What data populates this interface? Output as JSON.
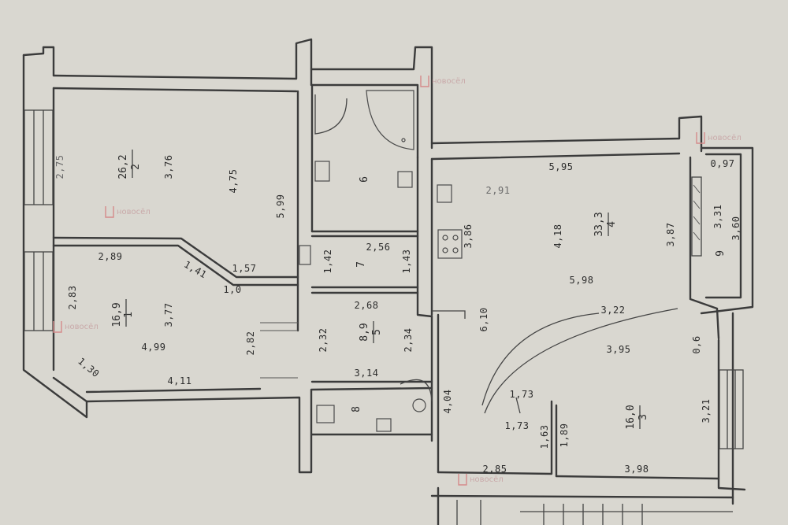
{
  "watermark": {
    "text": "новосёл",
    "color": "#d58a8a"
  },
  "colors": {
    "paper": "#d9d7d0",
    "ink": "#3b3b3b"
  },
  "rooms": [
    {
      "number": "1",
      "area": "16,9"
    },
    {
      "number": "2",
      "area": "26,2"
    },
    {
      "number": "3",
      "area": "16,0"
    },
    {
      "number": "4",
      "area": "33,3"
    },
    {
      "number": "5",
      "area": "8,9"
    },
    {
      "number": "6",
      "area": ""
    },
    {
      "number": "7",
      "area": ""
    },
    {
      "number": "8",
      "area": ""
    },
    {
      "number": "9",
      "area": ""
    }
  ],
  "dimensions": {
    "r2_a": "3,76",
    "r2_b": "4,75",
    "r2_c": "5,99",
    "r2_d": "2,75",
    "r1_a": "2,89",
    "r1_b": "1,41",
    "r1_c": "1,57",
    "r1_d": "1,0",
    "r1_e": "2,83",
    "r1_f": "3,77",
    "r1_g": "4,99",
    "r1_h": "2,82",
    "r1_i": "1,30",
    "r1_j": "4,11",
    "r7_a": "2,56",
    "r7_b": "1,43",
    "r7_c": "1,42",
    "r5_a": "2,68",
    "r5_b": "2,34",
    "r5_c": "2,32",
    "r5_d": "3,14",
    "r8_a": "4,04",
    "r4_a": "5,95",
    "r4_b": "2,91",
    "r4_c": "3,86",
    "r4_d": "4,18",
    "r4_e": "5,98",
    "r4_f": "3,87",
    "r4_g": "6,10",
    "r4_h": "3,22",
    "r9_a": "0,97",
    "r9_b": "3,31",
    "r9_c": "3,60",
    "r3_a": "3,95",
    "r3_b": "0,6",
    "r3_c": "3,21",
    "r3_d": "3,98",
    "r3_e": "1,73",
    "r3_f": "1,73",
    "r3_g": "1,63",
    "r3_h": "1,89",
    "r3_i": "2,85"
  }
}
